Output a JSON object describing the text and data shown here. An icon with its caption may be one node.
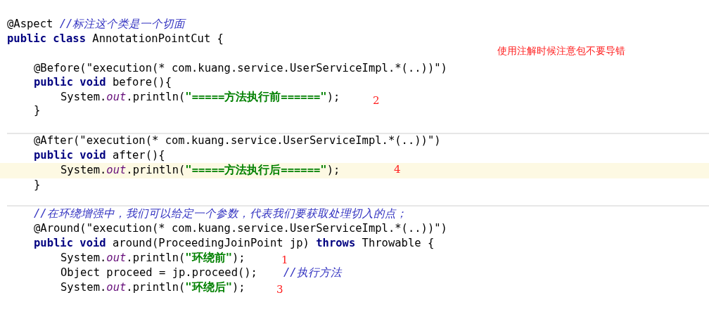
{
  "diagram": {
    "labels": [
      "@Aspect *//标注这个类是一个切面*",
      "**public class** AnnotationPointCut {",
      "使用注解时候注意包不要导错",
      "@Before(\"execution(* com.kuang.service.UserServiceImpl.*(..))\")",
      "**public void** before(){",
      "System.*out*.println(**\"=====方法执行前======\"**);",
      "2",
      "}",
      "@After(\"execution(* com.kuang.service.UserServiceImpl.*(..))\")",
      "**public void** after(){",
      "System.*out*.println(**\"=====方法执行后======\"**);",
      "4",
      "}",
      "//在环绕增强中，我们可以给定一个参数，代表我们要获取处理切入的点；",
      "@Around(\"execution(* com.kuang.service.UserServiceImpl.*(..))\")",
      "**public void** around(ProceedingJoinPoint jp) **throws** Throwable {",
      "System.*out*.println(**\"环绕前\"**);",
      "1",
      "Object proceed = jp.proceed();",
      "//执行方法",
      "System.*out*.println(**\"环绕后\"**);",
      "3"
    ]
  }
}
